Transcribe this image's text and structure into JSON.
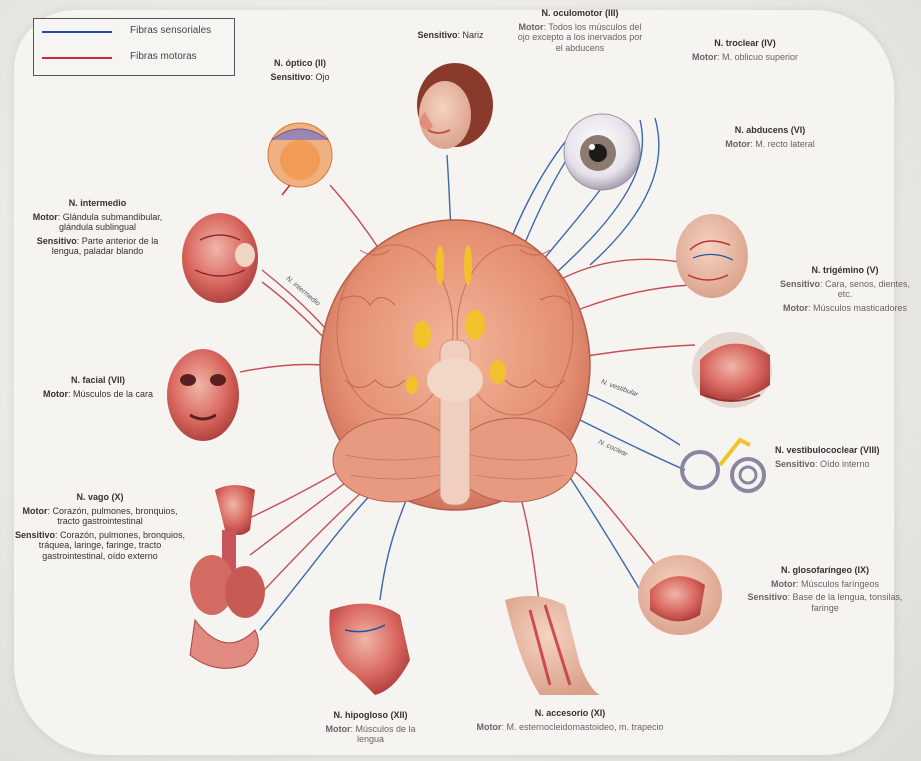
{
  "legend": {
    "sensory_label": "Fibras sensoriales",
    "motor_label": "Fibras motoras",
    "sensory_color": "#1e4fa0",
    "motor_color": "#c0303a"
  },
  "nerves": {
    "olfatorio": {
      "sens_label": "Sensitivo",
      "sens_text": "Nariz"
    },
    "optico": {
      "name": "N. óptico (II)",
      "sens_label": "Sensitivo",
      "sens_text": "Ojo"
    },
    "oculomotor": {
      "name": "N. oculomotor (III)",
      "motor_label": "Motor",
      "motor_text": "Todos los músculos del ojo excepto a los inervados por el abducens"
    },
    "troclear": {
      "name": "N. troclear (IV)",
      "motor_label": "Motor",
      "motor_text": "M. oblicuo superior"
    },
    "abducens": {
      "name": "N. abducens (VI)",
      "motor_label": "Motor",
      "motor_text": "M. recto lateral"
    },
    "intermedio": {
      "name": "N. intermedio",
      "motor_label": "Motor",
      "motor_text": "Glándula submandibular, glándula sublingual",
      "sens_label": "Sensitivo",
      "sens_text": "Parte anterior de la lengua, paladar blando"
    },
    "trigemino": {
      "name": "N. trigémino (V)",
      "sens_label": "Sensitivo",
      "sens_text": "Cara, senos, dientes, etc.",
      "motor_label": "Motor",
      "motor_text": "Músculos masticadores"
    },
    "facial": {
      "name": "N. facial (VII)",
      "motor_label": "Motor",
      "motor_text": "Músculos de la cara"
    },
    "vestibulococlear": {
      "name": "N. vestibulococlear (VIII)",
      "sens_label": "Sensitivo",
      "sens_text": "Oído interno"
    },
    "vago": {
      "name": "N. vago (X)",
      "motor_label": "Motor",
      "motor_text": "Corazón, pulmones, bronquios, tracto gastrointestinal",
      "sens_label": "Sensitivo",
      "sens_text": "Corazón, pulmones, bronquios, tráquea, laringe, faringe, tracto gastrointestinal, oído externo"
    },
    "glosofaringeo": {
      "name": "N. glosofaríngeo (IX)",
      "motor_label": "Motor",
      "motor_text": "Músculos faríngeos",
      "sens_label": "Sensitivo",
      "sens_text": "Base de la lengua, tonsilas, faringe"
    },
    "hipogloso": {
      "name": "N. hipogloso (XII)",
      "motor_label": "Motor",
      "motor_text": "Músculos de la lengua"
    },
    "accesorio": {
      "name": "N. accesorio (XI)",
      "motor_label": "Motor",
      "motor_text": "M. esternocleidomastoideo, m. trapecio"
    }
  },
  "tags": {
    "intermedio": "N. intermedio",
    "vestibular": "N. vestibular",
    "coclear": "N. coclear"
  }
}
